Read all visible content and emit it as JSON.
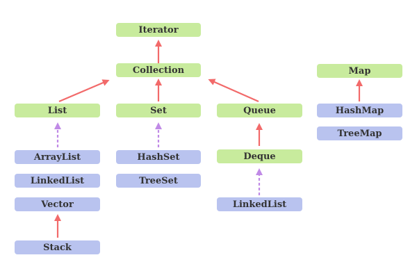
{
  "colors": {
    "interface_fill": "#c8eb9d",
    "class_fill": "#b9c3ef",
    "extends_arrow": "#f26a6a",
    "implements_arrow": "#c08ae6"
  },
  "nodes": {
    "iterator": "Iterator",
    "collection": "Collection",
    "map": "Map",
    "list": "List",
    "set": "Set",
    "queue": "Queue",
    "hashmap": "HashMap",
    "treemap": "TreeMap",
    "arraylist": "ArrayList",
    "linkedlist": "LinkedList",
    "vector": "Vector",
    "stack": "Stack",
    "hashset": "HashSet",
    "treeset": "TreeSet",
    "deque": "Deque",
    "linkedlist_deque": "LinkedList"
  },
  "edges": [
    {
      "from": "collection",
      "to": "iterator",
      "style": "solid"
    },
    {
      "from": "list",
      "to": "collection",
      "style": "solid"
    },
    {
      "from": "set",
      "to": "collection",
      "style": "solid"
    },
    {
      "from": "queue",
      "to": "collection",
      "style": "solid"
    },
    {
      "from": "hashmap",
      "to": "map",
      "style": "solid"
    },
    {
      "from": "arraylist",
      "to": "list",
      "style": "dashed"
    },
    {
      "from": "hashset",
      "to": "set",
      "style": "dashed"
    },
    {
      "from": "deque",
      "to": "queue",
      "style": "solid"
    },
    {
      "from": "linkedlist_deque",
      "to": "deque",
      "style": "dashed"
    },
    {
      "from": "stack",
      "to": "vector",
      "style": "solid"
    }
  ]
}
